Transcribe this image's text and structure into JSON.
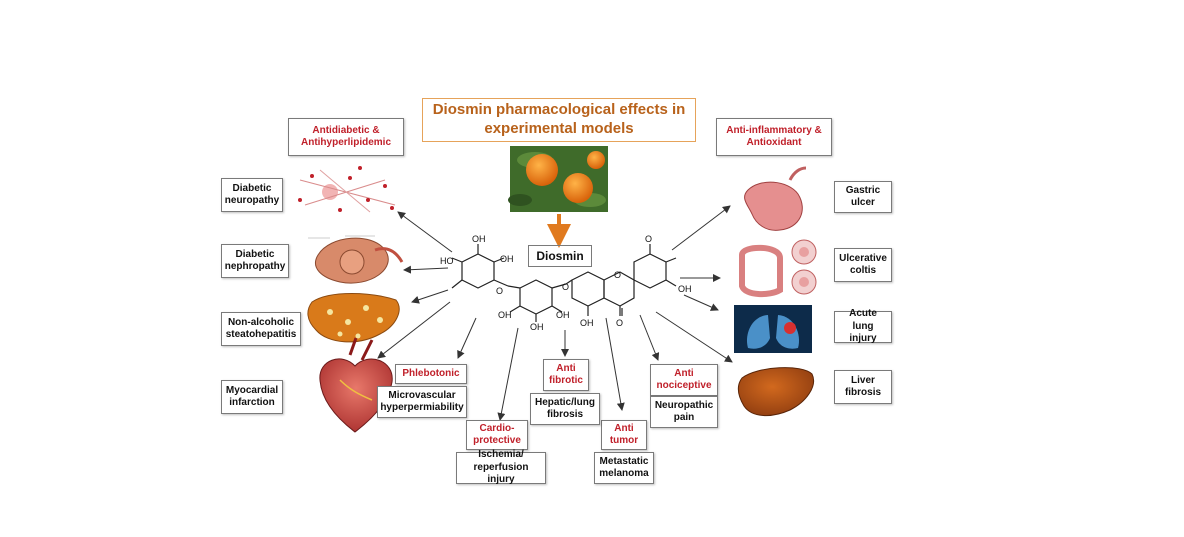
{
  "title": "Diosmin pharmacological effects in\nexperimental models",
  "compound": "Diosmin",
  "categories": {
    "antidiabetic": "Antidiabetic &\nAntihyperlipidemic",
    "anti_inflammatory": "Anti-inflammatory &\nAntioxidant",
    "phlebotonic": "Phlebotonic",
    "cardioprotective": "Cardio-\nprotective",
    "antifibrotic": "Anti\nfibrotic",
    "antitumor": "Anti\ntumor",
    "antinociceptive": "Anti\nnociceptive"
  },
  "conditions": {
    "diabetic_neuropathy": "Diabetic\nneuropathy",
    "diabetic_nephropathy": "Diabetic\nnephropathy",
    "nash": "Non-alcoholic\nsteatohepatitis",
    "myocardial_infarction": "Myocardial\ninfarction",
    "microvascular": "Microvascular\nhyperpermiability",
    "ischemia": "Ischemia/\nreperfusion injury",
    "hepatic_lung_fibrosis": "Hepatic/lung\nfibrosis",
    "metastatic_melanoma": "Metastatic\nmelanoma",
    "neuropathic_pain": "Neuropathic\npain",
    "gastric_ulcer": "Gastric\nulcer",
    "ulcerative_colitis": "Ulcerative\ncoltis",
    "acute_lung_injury": "Acute lung\ninjury",
    "liver_fibrosis": "Liver\nfibrosis"
  },
  "chem_labels": {
    "oh": "OH",
    "ho": "HO",
    "o": "O",
    "ome": "O"
  },
  "colors": {
    "title_text": "#b8621b",
    "title_border": "#e6a35a",
    "category_text": "#c0202a",
    "arrow": "#333333",
    "orange_arrow": "#e07a1f"
  }
}
